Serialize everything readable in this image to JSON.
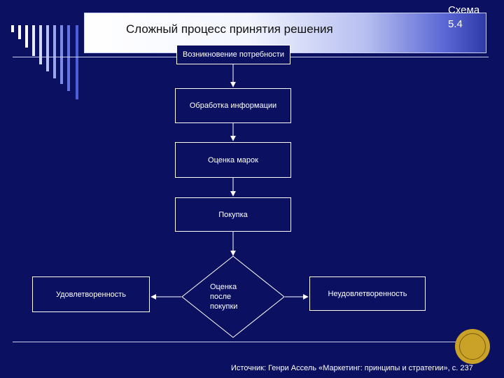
{
  "title": "Сложный процесс принятия решения",
  "scheme_label": "Схема 5.4",
  "steps": [
    "Возникновение потребности",
    "Обработка информации",
    "Оценка марок",
    "Покупка"
  ],
  "evaluation": "Оценка после покупки",
  "outcomes": {
    "left": "Удовлетворенность",
    "right": "Неудовлетворенность"
  },
  "source": "Источник: Генри Ассель «Маркетинг: принципы и стратегии», с. 237",
  "colors": {
    "background": "#0b1160",
    "box_border": "#ffffff",
    "seal": "#c9a227"
  },
  "icons": [
    "university-seal-icon"
  ]
}
